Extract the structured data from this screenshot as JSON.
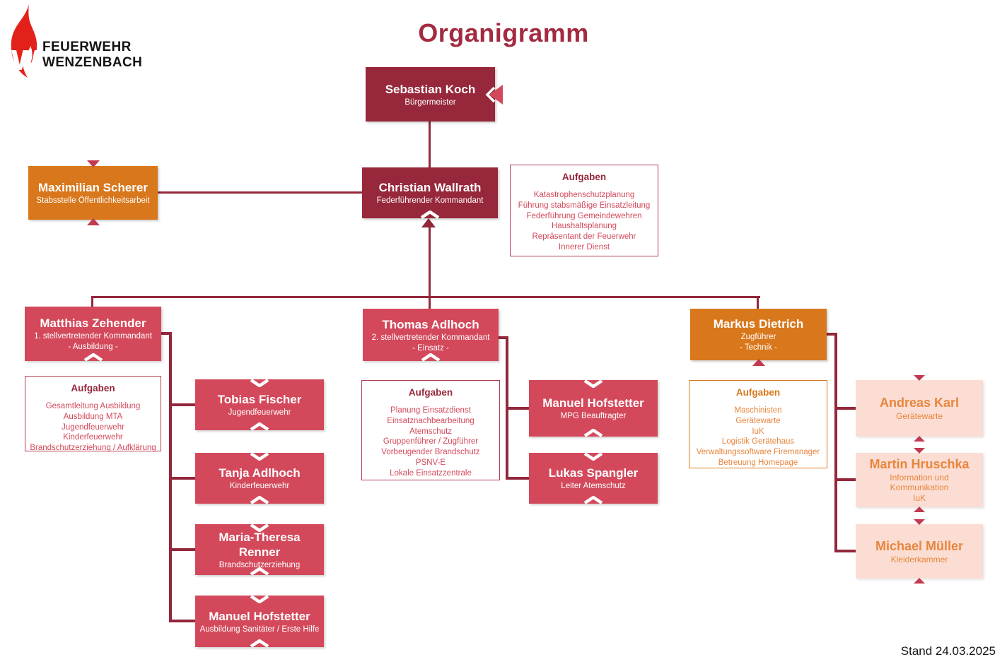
{
  "logo": {
    "brand_line1": "FEUERWEHR",
    "brand_line2": "WENZENBACH"
  },
  "page": {
    "title": "Organigramm",
    "stand": "Stand 24.03.2025"
  },
  "colors": {
    "brand_red": "#e3211b",
    "dark_red": "#97273a",
    "crimson": "#d3495b",
    "orange": "#d8771c",
    "pink": "#fbddd3",
    "orange_text": "#e8863d",
    "connector": "#93273b",
    "title": "#a32b41"
  },
  "nodes": {
    "koch": {
      "name": "Sebastian Koch",
      "role": "Bürgermeister"
    },
    "scherer": {
      "name": "Maximilian Scherer",
      "role": "Stabsstelle Öffentlichkeitsarbeit"
    },
    "wallrath": {
      "name": "Christian Wallrath",
      "role": "Federführender Kommandant"
    },
    "zehender": {
      "name": "Matthias Zehender",
      "role": "1. stellvertretender Kommandant",
      "role2": "- Ausbildung -"
    },
    "adlhoch_thomas": {
      "name": "Thomas Adlhoch",
      "role": "2. stellvertretender Kommandant",
      "role2": "- Einsatz -"
    },
    "dietrich": {
      "name": "Markus Dietrich",
      "role": "Zugführer",
      "role2": "- Technik -"
    },
    "fischer": {
      "name": "Tobias Fischer",
      "role": "Jugendfeuerwehr"
    },
    "adlhoch_tanja": {
      "name": "Tanja Adlhoch",
      "role": "Kinderfeuerwehr"
    },
    "renner": {
      "name": "Maria-Theresa Renner",
      "role": "Brandschutzerziehung"
    },
    "hofstetter_ausbildung": {
      "name": "Manuel Hofstetter",
      "role": "Ausbildung Sanitäter / Erste Hilfe"
    },
    "hofstetter_mpg": {
      "name": "Manuel Hofstetter",
      "role": "MPG Beauftragter"
    },
    "spangler": {
      "name": "Lukas Spangler",
      "role": "Leiter Atemschutz"
    },
    "karl": {
      "name": "Andreas Karl",
      "role": "Gerätewarte"
    },
    "hruschka": {
      "name": "Martin Hruschka",
      "role": "Information und Kommunikation",
      "role2": "IuK"
    },
    "mueller": {
      "name": "Michael Müller",
      "role": "Kleiderkammer"
    }
  },
  "aufgaben": {
    "wallrath": {
      "title": "Aufgaben",
      "items": [
        "Katastrophenschutzplanung",
        "Führung stabsmäßige Einsatzleitung",
        "Federführung Gemeindewehren",
        "Haushaltsplanung",
        "Repräsentant der Feuerwehr",
        "Innerer Dienst"
      ]
    },
    "zehender": {
      "title": "Aufgaben",
      "items": [
        "Gesamtleitung Ausbildung",
        "Ausbildung MTA",
        "Jugendfeuerwehr",
        "Kinderfeuerwehr",
        "Brandschutzerziehung / Aufklärung"
      ]
    },
    "adlhoch": {
      "title": "Aufgaben",
      "items": [
        "Planung Einsatzdienst",
        "Einsatznachbearbeitung",
        "Atemschutz",
        "Gruppenführer / Zugführer",
        "Vorbeugender Brandschutz",
        "PSNV-E",
        "Lokale Einsatzzentrale"
      ]
    },
    "dietrich": {
      "title": "Aufgaben",
      "items": [
        "Maschinisten",
        "Gerätewarte",
        "IuK",
        "Logistik Gerätehaus",
        "Verwaltungssoftware Firemanager",
        "Betreuung Homepage"
      ]
    }
  }
}
